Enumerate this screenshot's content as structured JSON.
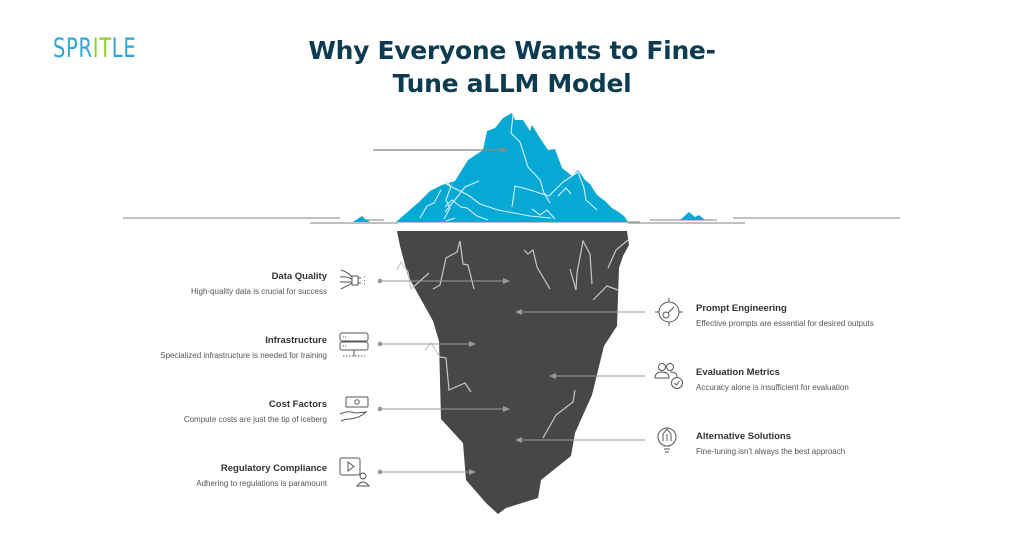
{
  "brand": {
    "logo_parts": [
      "SPR",
      "IT",
      "LE"
    ],
    "colors": {
      "primary": "#2aa8d8",
      "accent": "#8ccf2a"
    }
  },
  "title": {
    "line1": "Why Everyone Wants to Fine-",
    "line2": "Tune aLLM Model",
    "color": "#0d3b4f"
  },
  "iceberg": {
    "tip_color": "#06a9d3",
    "underwater_color": "#474747",
    "waterline_color": "#9a9a9a"
  },
  "left_items": [
    {
      "heading": "Data Quality",
      "description": "High-quality data is crucial for success",
      "icon": "data-funnel-icon"
    },
    {
      "heading": "Infrastructure",
      "description": "Specialized infrastructure is needed for training",
      "icon": "server-icon"
    },
    {
      "heading": "Cost Factors",
      "description": "Compute costs are just the tip of iceberg",
      "icon": "money-hand-icon"
    },
    {
      "heading": "Regulatory Compliance",
      "description": "Adhering to regulations is paramount",
      "icon": "video-user-icon"
    }
  ],
  "right_items": [
    {
      "heading": "Prompt Engineering",
      "description": "Effective prompts are essential for desired outputs",
      "icon": "target-key-icon"
    },
    {
      "heading": "Evaluation Metrics",
      "description": "Accuracy alone is insufficient for evaluation",
      "icon": "users-check-icon"
    },
    {
      "heading": "Alternative Solutions",
      "description": "Fine-tuning isn't always the best approach",
      "icon": "lightbulb-pen-icon"
    }
  ]
}
